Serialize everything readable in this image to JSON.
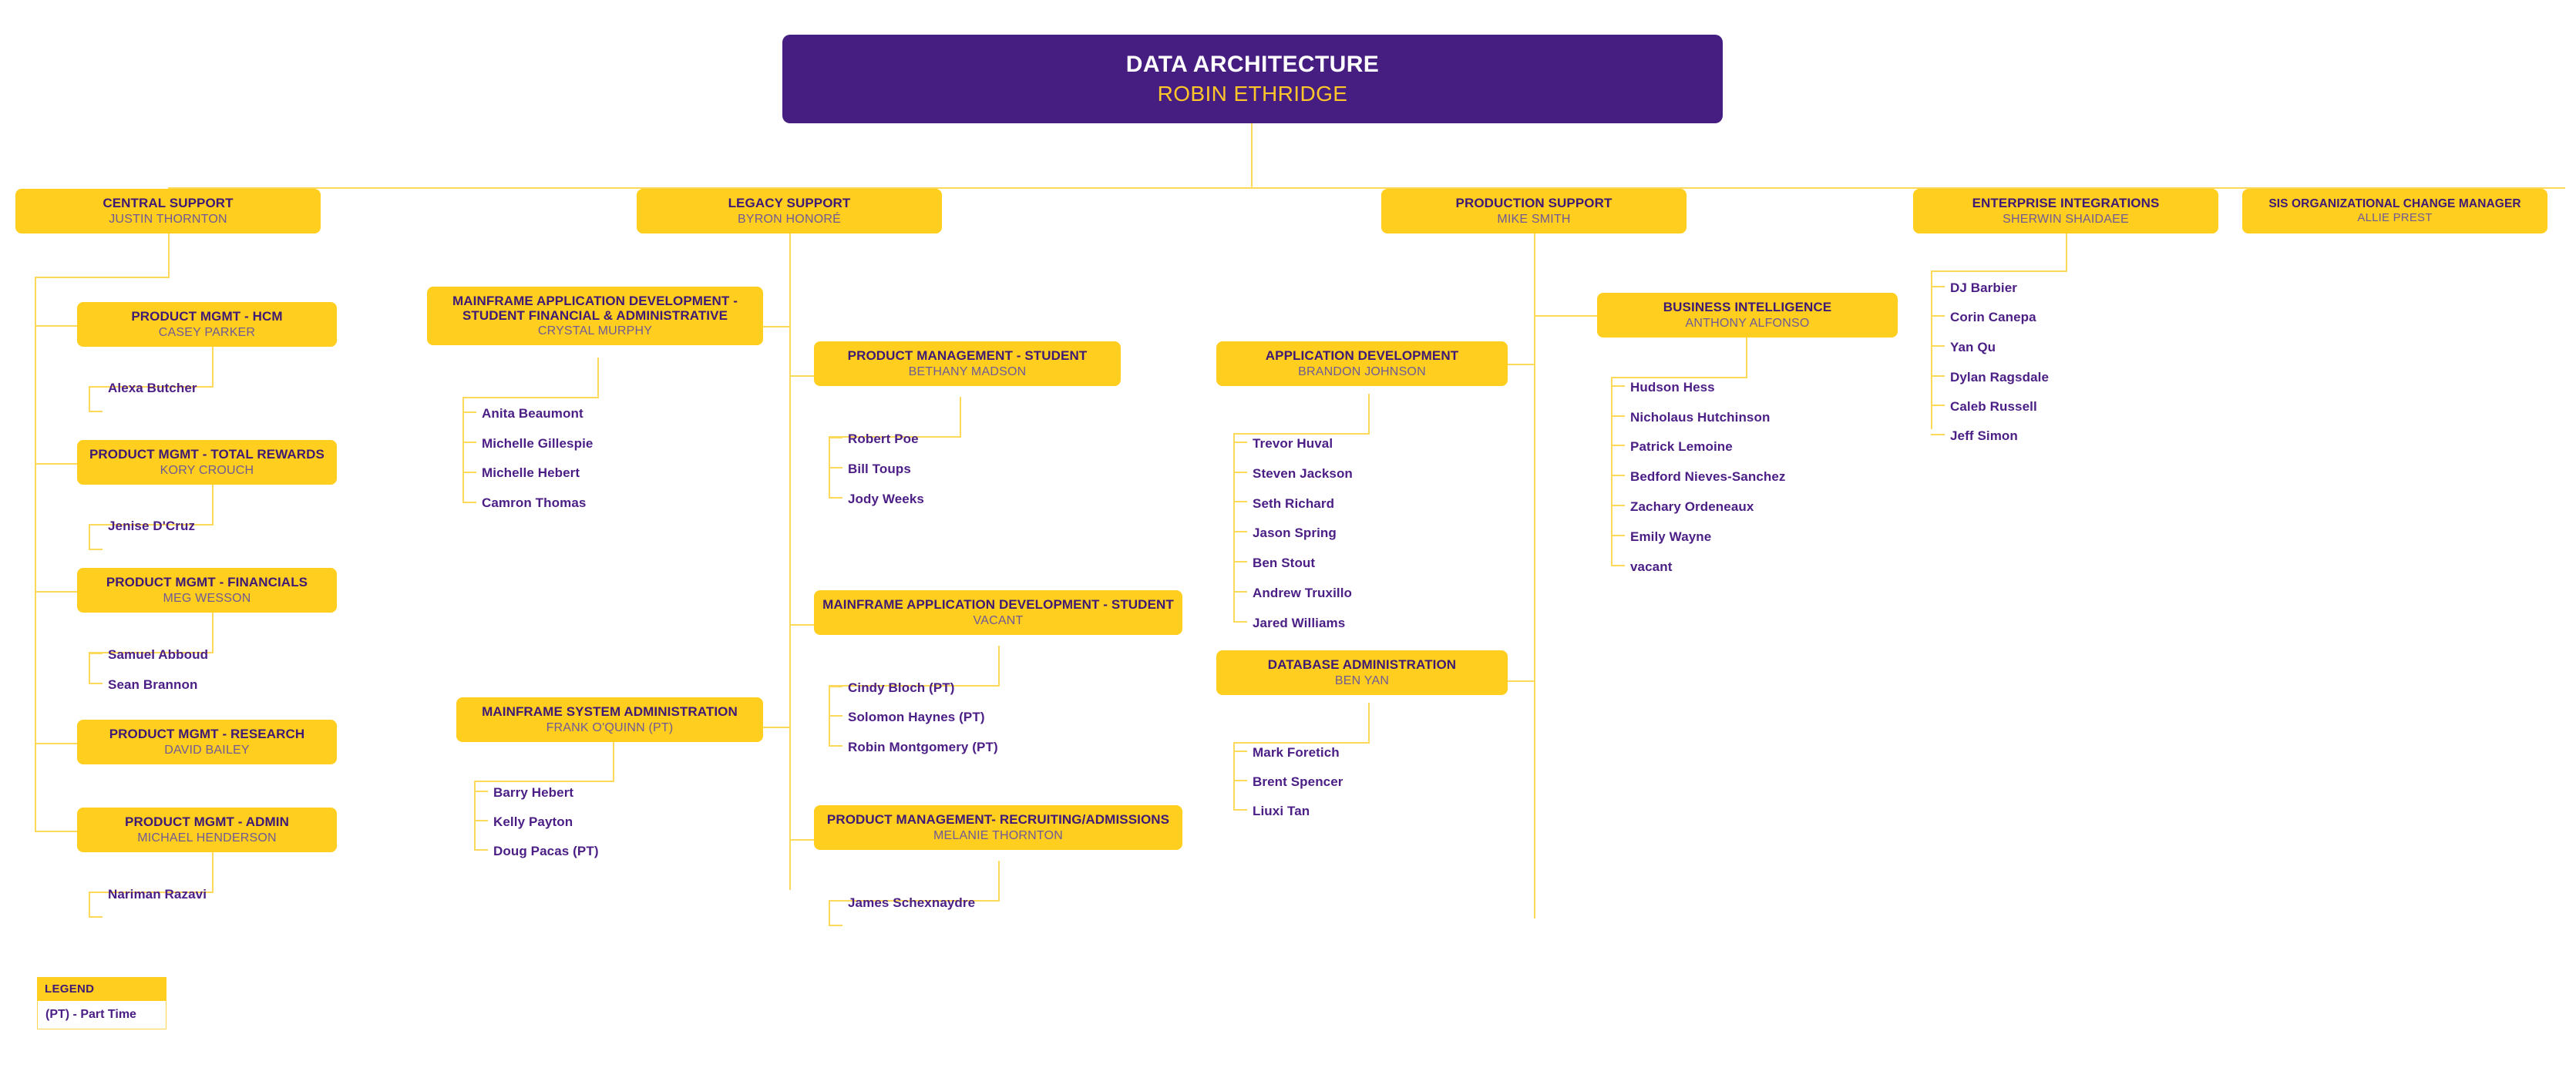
{
  "chart_data": {
    "type": "diagram",
    "title": "DATA ARCHITECTURE",
    "subtitle": "ROBIN ETHRIDGE",
    "colors": {
      "root_bg": "#461E82",
      "root_title": "#FFFFFF",
      "root_name": "#FFC629",
      "box_bg": "#FFCE1F",
      "box_title": "#3F1A74",
      "box_name": "#6F5A96",
      "leaf_text": "#4B1E86",
      "connector": "#FCD95B",
      "page_bg": "#FFFFFF"
    }
  },
  "root": {
    "title": "DATA ARCHITECTURE",
    "name": "ROBIN ETHRIDGE"
  },
  "divisions": [
    {
      "title": "CENTRAL SUPPORT",
      "name": "JUSTIN THORNTON"
    },
    {
      "title": "LEGACY SUPPORT",
      "name": "BYRON HONORÉ"
    },
    {
      "title": "PRODUCTION SUPPORT",
      "name": "MIKE SMITH"
    },
    {
      "title": "ENTERPRISE INTEGRATIONS",
      "name": "SHERWIN SHAIDAEE"
    },
    {
      "title": "SIS ORGANIZATIONAL CHANGE MANAGER",
      "name": "ALLIE PREST"
    }
  ],
  "teams": {
    "pm_hcm": {
      "title": "PRODUCT MGMT - HCM",
      "name": "CASEY PARKER"
    },
    "pm_total_rewards": {
      "title": "PRODUCT MGMT - TOTAL REWARDS",
      "name": "KORY CROUCH"
    },
    "pm_financials": {
      "title": "PRODUCT MGMT - FINANCIALS",
      "name": "MEG WESSON"
    },
    "pm_research": {
      "title": "PRODUCT MGMT - RESEARCH",
      "name": "DAVID BAILEY"
    },
    "pm_admin": {
      "title": "PRODUCT MGMT - ADMIN",
      "name": "MICHAEL HENDERSON"
    },
    "mad_sfa": {
      "title": "MAINFRAME APPLICATION DEVELOPMENT - STUDENT FINANCIAL & ADMINISTRATIVE",
      "name": "CRYSTAL MURPHY"
    },
    "mainframe_sysadmin": {
      "title": "MAINFRAME SYSTEM ADMINISTRATION",
      "name": "FRANK O'QUINN (PT)"
    },
    "pm_student": {
      "title": "PRODUCT MANAGEMENT - STUDENT",
      "name": "BETHANY MADSON"
    },
    "mad_student": {
      "title": "MAINFRAME APPLICATION DEVELOPMENT - STUDENT",
      "name": "VACANT"
    },
    "pm_recruiting": {
      "title": "PRODUCT MANAGEMENT- RECRUITING/ADMISSIONS",
      "name": "MELANIE THORNTON"
    },
    "app_dev": {
      "title": "APPLICATION DEVELOPMENT",
      "name": "BRANDON JOHNSON"
    },
    "db_admin": {
      "title": "DATABASE ADMINISTRATION",
      "name": "BEN YAN"
    },
    "business_intel": {
      "title": "BUSINESS INTELLIGENCE",
      "name": "ANTHONY ALFONSO"
    }
  },
  "members": {
    "pm_hcm": [
      "Alexa Butcher"
    ],
    "pm_total_rewards": [
      "Jenise D'Cruz"
    ],
    "pm_financials": [
      "Samuel Abboud",
      "Sean Brannon"
    ],
    "pm_admin": [
      "Nariman Razavi"
    ],
    "mad_sfa": [
      "Anita Beaumont",
      "Michelle Gillespie",
      "Michelle Hebert",
      "Camron Thomas"
    ],
    "mainframe_sysadmin": [
      "Barry Hebert",
      "Kelly Payton",
      "Doug Pacas (PT)"
    ],
    "pm_student": [
      "Robert Poe",
      "Bill Toups",
      "Jody Weeks"
    ],
    "mad_student": [
      "Cindy Bloch (PT)",
      "Solomon Haynes (PT)",
      "Robin Montgomery (PT)"
    ],
    "pm_recruiting": [
      "James Schexnaydre"
    ],
    "app_dev": [
      "Trevor Huval",
      "Steven Jackson",
      "Seth Richard",
      "Jason Spring",
      "Ben Stout",
      "Andrew Truxillo",
      "Jared Williams"
    ],
    "db_admin": [
      "Mark Foretich",
      "Brent Spencer",
      "Liuxi Tan"
    ],
    "business_intel": [
      "Hudson Hess",
      "Nicholaus Hutchinson",
      "Patrick Lemoine",
      "Bedford Nieves-Sanchez",
      "Zachary Ordeneaux",
      "Emily Wayne",
      "vacant"
    ],
    "enterprise_integrations": [
      "DJ Barbier",
      "Corin Canepa",
      "Yan Qu",
      "Dylan Ragsdale",
      "Caleb Russell",
      "Jeff Simon"
    ]
  },
  "legend": {
    "header": "LEGEND",
    "entry": "(PT) - Part Time"
  }
}
